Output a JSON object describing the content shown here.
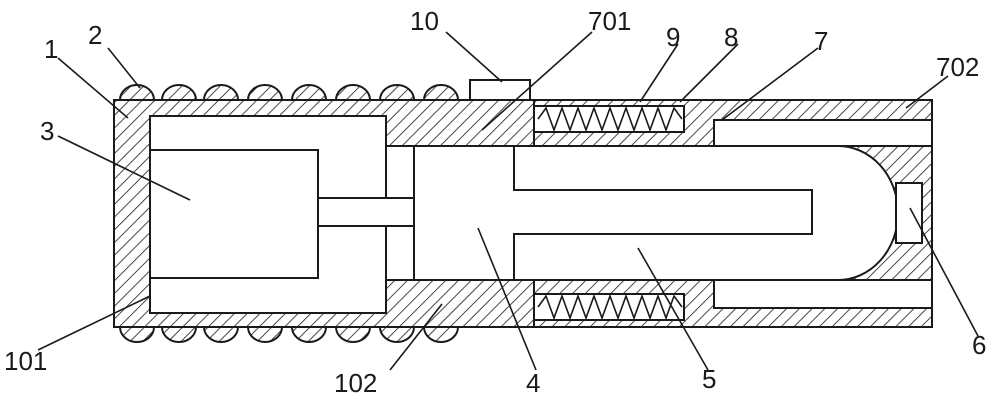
{
  "labels": {
    "l1": "1",
    "l2": "2",
    "l3": "3",
    "l4": "4",
    "l5": "5",
    "l6": "6",
    "l7": "7",
    "l8": "8",
    "l9": "9",
    "l10": "10",
    "l101": "101",
    "l102": "102",
    "l701": "701",
    "l702": "702"
  },
  "colors": {
    "line": "#1a1a1a",
    "hatch": "#1a1a1a",
    "fill": "#ffffff"
  }
}
